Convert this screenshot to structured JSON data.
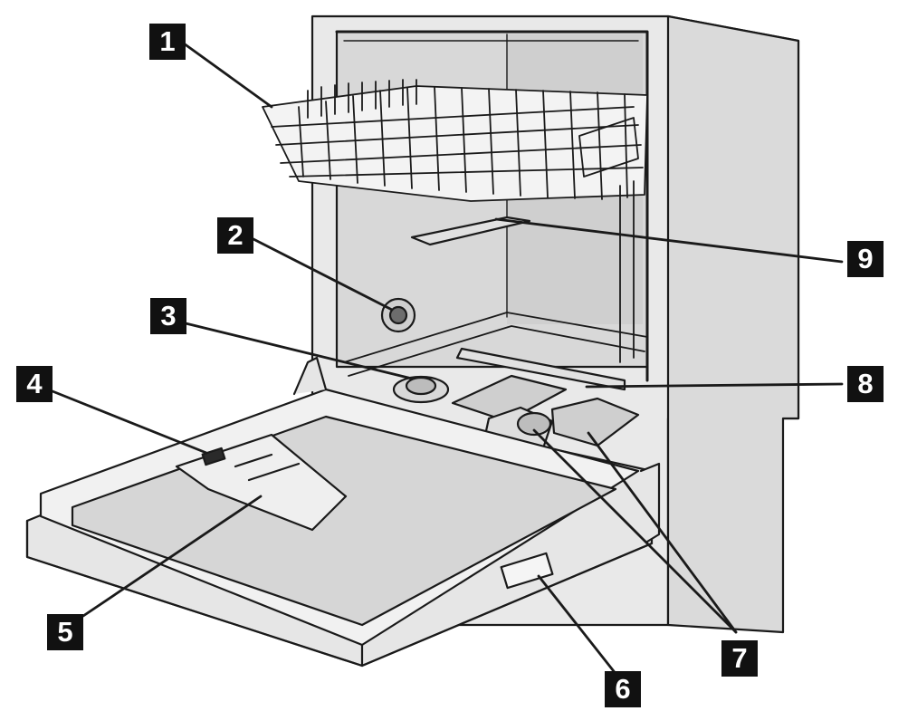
{
  "labels": [
    {
      "id": "1",
      "text": "1"
    },
    {
      "id": "2",
      "text": "2"
    },
    {
      "id": "3",
      "text": "3"
    },
    {
      "id": "4",
      "text": "4"
    },
    {
      "id": "5",
      "text": "5"
    },
    {
      "id": "6",
      "text": "6"
    },
    {
      "id": "7",
      "text": "7"
    },
    {
      "id": "8",
      "text": "8"
    },
    {
      "id": "9",
      "text": "9"
    }
  ],
  "colors": {
    "background": "#ffffff",
    "outline": "#1a1a1a",
    "body_light": "#e9e9e9",
    "body_mid": "#d4d4d4",
    "body_dark": "#b9b9b9",
    "callout_fill": "#111111",
    "callout_text": "#ffffff"
  },
  "components": [
    "upper-basket",
    "spray-arm-upper",
    "water-inlet",
    "lower-spray-arm",
    "detergent-dispenser",
    "rinse-aid-dispenser",
    "door-handle",
    "filter-system",
    "lower-basket-rail"
  ]
}
